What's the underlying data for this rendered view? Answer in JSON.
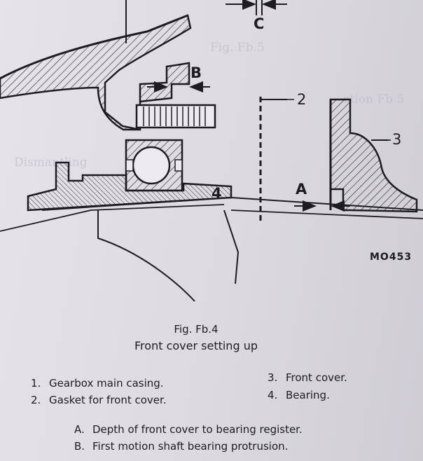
{
  "figure": {
    "number": "Fig. Fb.4",
    "title": "Front cover setting up",
    "drawing_code": "MO453",
    "callouts": {
      "a": "A",
      "b": "B",
      "c": "C",
      "two": "2",
      "three": "3",
      "four": "4"
    }
  },
  "parts": [
    {
      "num": "1.",
      "label": "Gearbox main casing."
    },
    {
      "num": "2.",
      "label": "Gasket for front cover."
    },
    {
      "num": "3.",
      "label": "Front cover."
    },
    {
      "num": "4.",
      "label": "Bearing."
    }
  ],
  "dimensions": [
    {
      "letter": "A.",
      "label": "Depth of front cover to bearing register."
    },
    {
      "letter": "B.",
      "label": "First motion shaft bearing protrusion."
    }
  ]
}
